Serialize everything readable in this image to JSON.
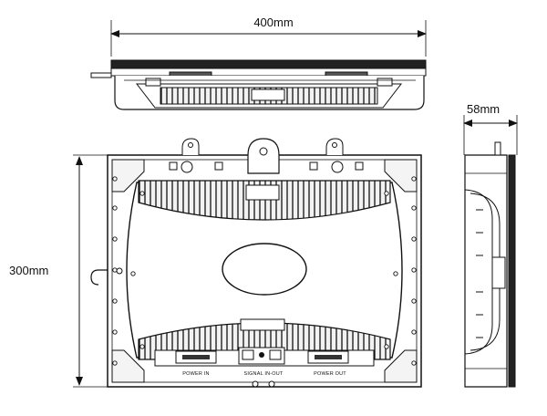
{
  "dimensions": {
    "width": "400mm",
    "height": "300mm",
    "depth": "58mm"
  },
  "connectors": {
    "power_in": "POWER IN",
    "signal": "SIGNAL  IN-OUT",
    "power_out": "POWER OUT"
  }
}
